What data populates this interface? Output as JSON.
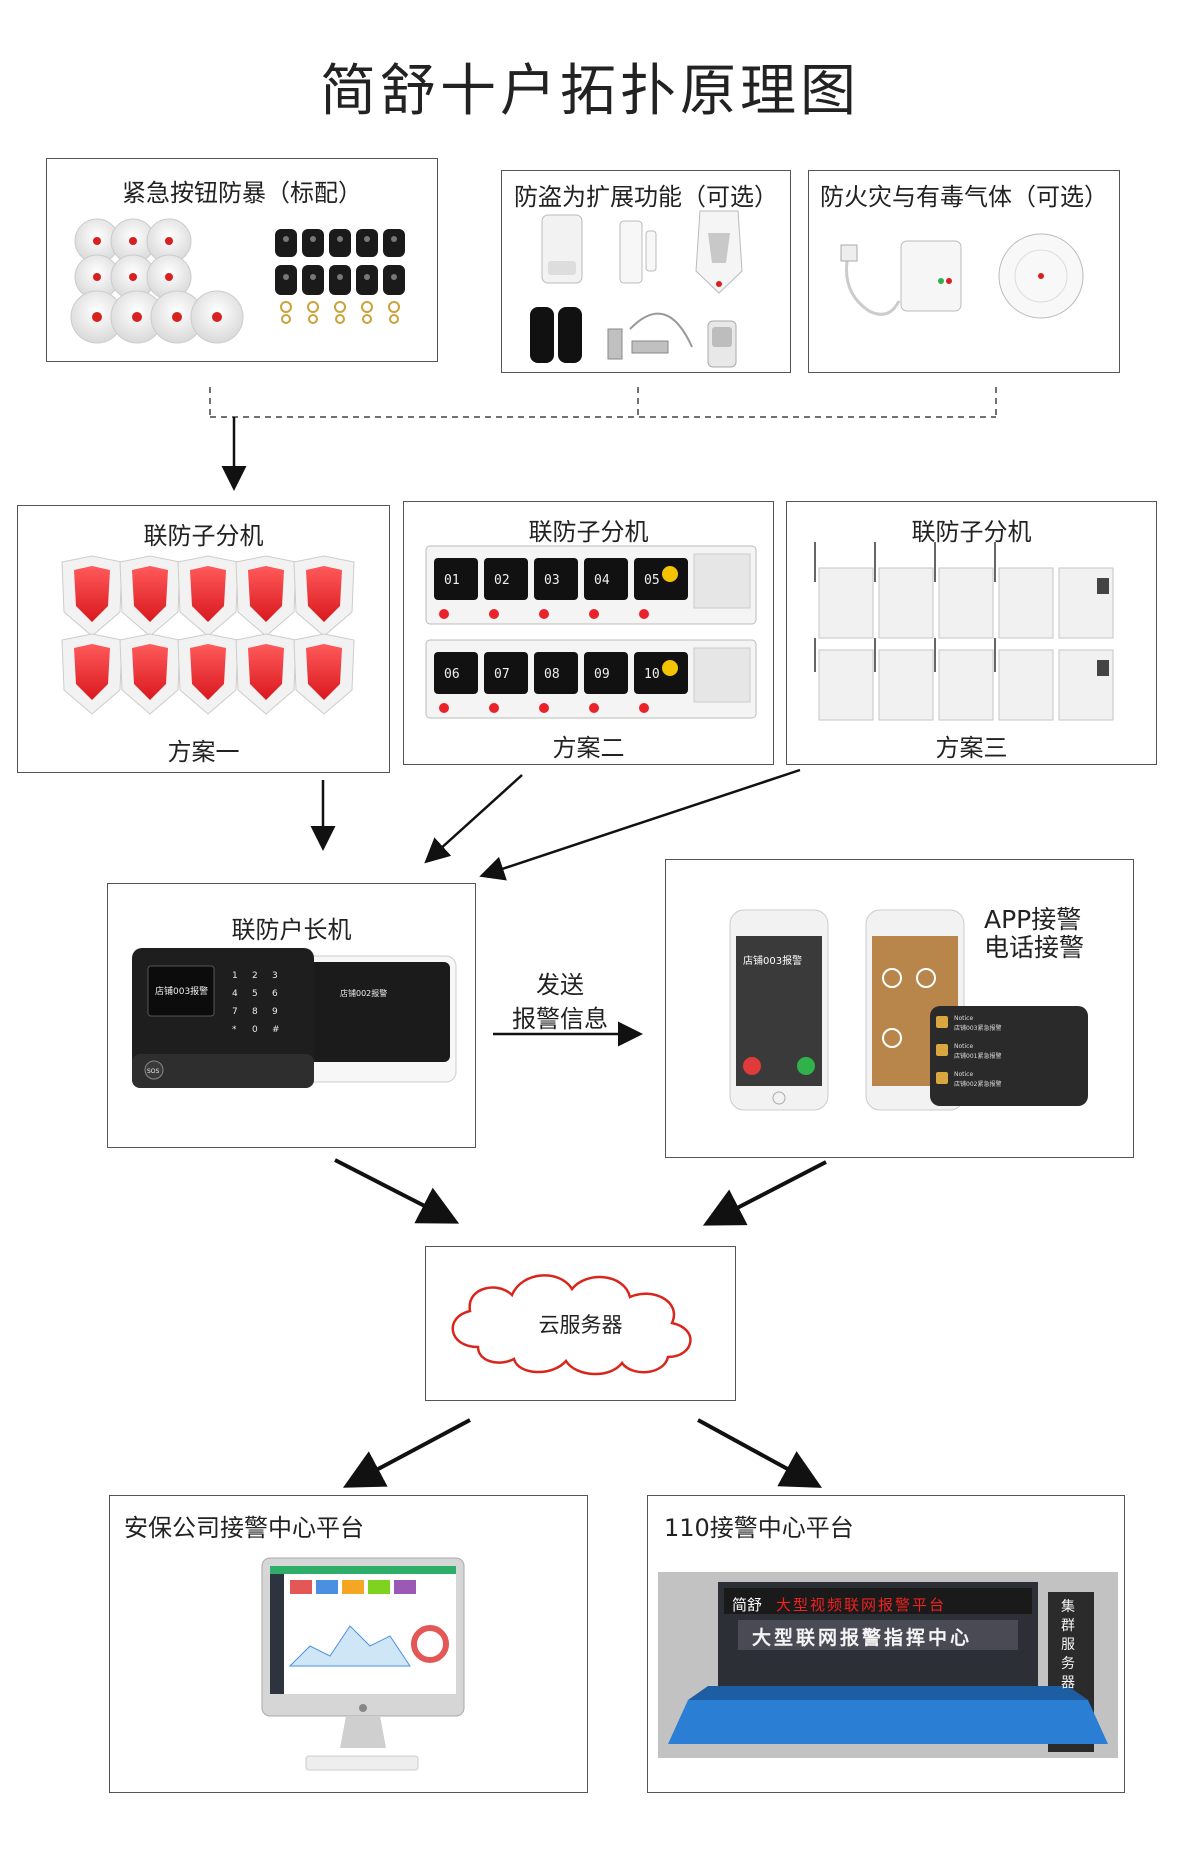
{
  "title": "简舒十户拓扑原理图",
  "top_row": {
    "panic": {
      "label": "紧急按钮防暴（标配）"
    },
    "theft": {
      "label": "防盗为扩展功能（可选）"
    },
    "fire": {
      "label": "防火灾与有毒气体（可选）"
    }
  },
  "schemes": [
    {
      "label": "联防子分机",
      "caption": "方案一"
    },
    {
      "label": "联防子分机",
      "caption": "方案二"
    },
    {
      "label": "联防子分机",
      "caption": "方案三"
    }
  ],
  "panel_digits": [
    "01",
    "02",
    "03",
    "04",
    "05",
    "06",
    "07",
    "08",
    "09",
    "10"
  ],
  "host": {
    "label": "联防户长机",
    "screen_text": "店铺003报警",
    "screen_text_white": "店铺002报警",
    "sos": "SOS"
  },
  "keypad": [
    "1",
    "2",
    "3",
    "4",
    "5",
    "6",
    "7",
    "8",
    "9",
    "*",
    "0",
    "#"
  ],
  "send": {
    "line1": "发送",
    "line2": "报警信息"
  },
  "app": {
    "label_line1": "APP接警",
    "label_line2": "电话接警",
    "call_text": "店铺003报警",
    "notices": [
      {
        "title": "Notice",
        "text": "店铺003紧急报警"
      },
      {
        "title": "Notice",
        "text": "店铺001紧急报警"
      },
      {
        "title": "Notice",
        "text": "店铺002紧急报警"
      }
    ]
  },
  "cloud": {
    "label": "云服务器"
  },
  "bottom": {
    "security": {
      "label": "安保公司接警中心平台"
    },
    "police": {
      "label": "110接警中心平台",
      "banner1_brand": "简舒",
      "banner1_text": "大型视频联网报警平台",
      "banner2_text": "大型联网报警指挥中心",
      "side_text": [
        "集",
        "群",
        "服",
        "务",
        "器"
      ]
    }
  },
  "colors": {
    "box_border": "#555555",
    "alarm_red": "#e8232a",
    "cloud_red": "#d9261c",
    "console_blue": "#2a7fd4",
    "banner_text": "#f02020"
  }
}
